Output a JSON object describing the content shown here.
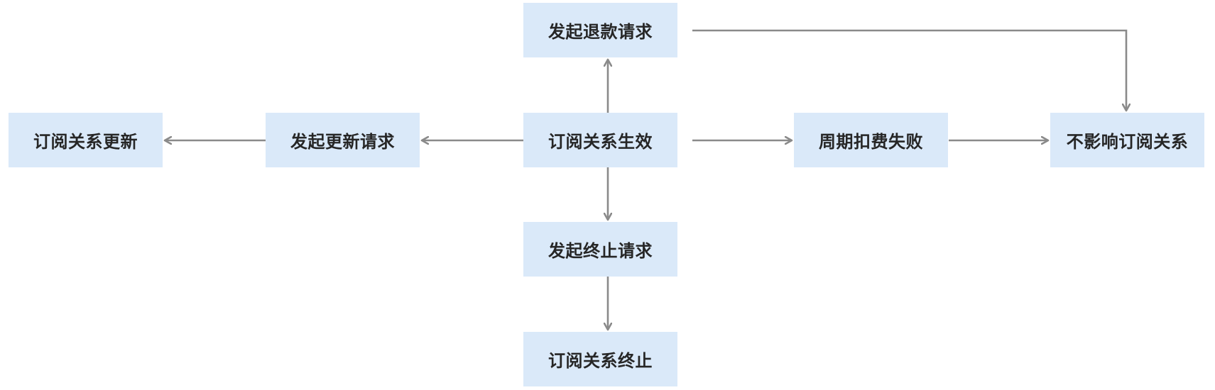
{
  "nodes": {
    "refund_request": "发起退款请求",
    "subscription_update": "订阅关系更新",
    "update_request": "发起更新请求",
    "subscription_active": "订阅关系生效",
    "periodic_charge_failed": "周期扣费失败",
    "subscription_unaffected": "不影响订阅关系",
    "termination_request": "发起终止请求",
    "subscription_terminated": "订阅关系终止"
  },
  "edges": [
    {
      "from": "subscription_active",
      "to": "refund_request"
    },
    {
      "from": "subscription_active",
      "to": "update_request"
    },
    {
      "from": "update_request",
      "to": "subscription_update"
    },
    {
      "from": "subscription_active",
      "to": "periodic_charge_failed"
    },
    {
      "from": "periodic_charge_failed",
      "to": "subscription_unaffected"
    },
    {
      "from": "refund_request",
      "to": "subscription_unaffected"
    },
    {
      "from": "subscription_active",
      "to": "termination_request"
    },
    {
      "from": "termination_request",
      "to": "subscription_terminated"
    }
  ],
  "colors": {
    "node_fill": "#dae9f9",
    "arrow": "#8a8a8a",
    "text": "#262626"
  }
}
